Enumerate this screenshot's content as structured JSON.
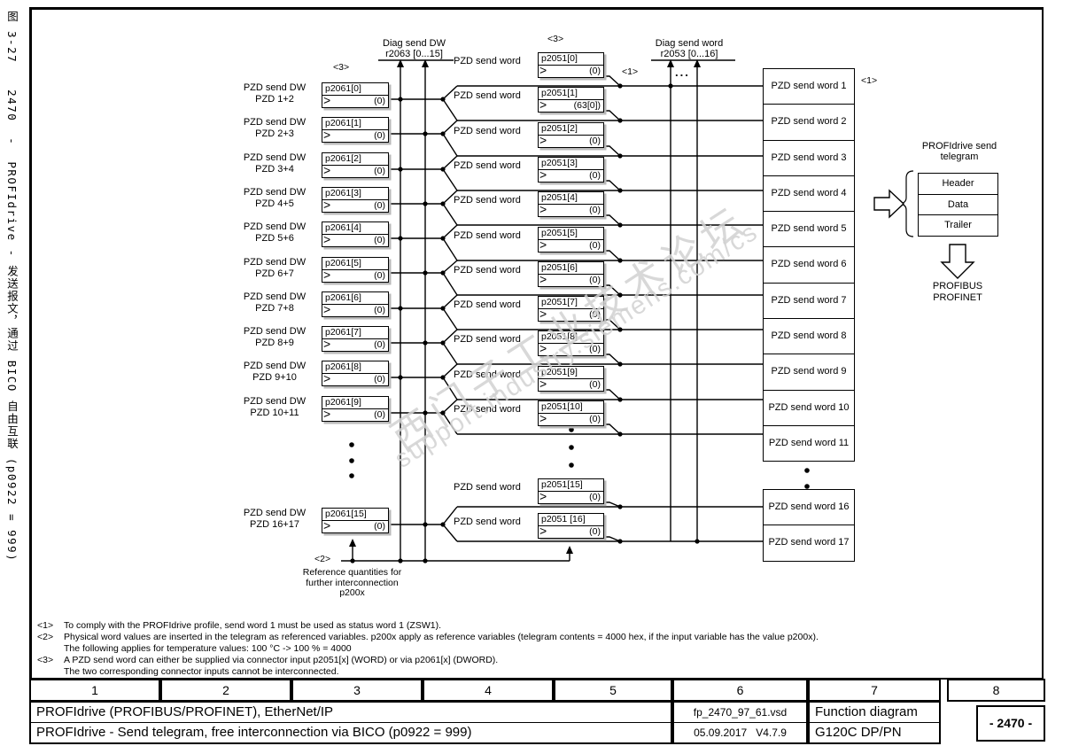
{
  "sidebar": {
    "figure": "图 3-27",
    "caption": "2470  -  PROFIdrive - 发送报文，通过 BICO 自由互联 (p0922 = 999)"
  },
  "watermark": {
    "line1": "西门子工业技术论坛",
    "line2": "support.industry.siemens.com/cs"
  },
  "diag_dw": {
    "line1": "Diag send DW",
    "line2": "r2063 [0...15]"
  },
  "diag_word": {
    "line1": "Diag send word",
    "line2": "r2053 [0...16]",
    "ellipsis": "..."
  },
  "markers": {
    "m3_left": "<3>",
    "m3_mid": "<3>",
    "m1_mid": "<1>",
    "m1_right": "<1>",
    "m2": "<2>"
  },
  "left_rows": [
    {
      "group": "PZD send DW",
      "pzd": "PZD 1+2",
      "param": "p2061[0]",
      "value": "(0)"
    },
    {
      "group": "PZD send DW",
      "pzd": "PZD 2+3",
      "param": "p2061[1]",
      "value": "(0)"
    },
    {
      "group": "PZD send DW",
      "pzd": "PZD 3+4",
      "param": "p2061[2]",
      "value": "(0)"
    },
    {
      "group": "PZD send DW",
      "pzd": "PZD 4+5",
      "param": "p2061[3]",
      "value": "(0)"
    },
    {
      "group": "PZD send DW",
      "pzd": "PZD 5+6",
      "param": "p2061[4]",
      "value": "(0)"
    },
    {
      "group": "PZD send DW",
      "pzd": "PZD 6+7",
      "param": "p2061[5]",
      "value": "(0)"
    },
    {
      "group": "PZD send DW",
      "pzd": "PZD 7+8",
      "param": "p2061[6]",
      "value": "(0)"
    },
    {
      "group": "PZD send DW",
      "pzd": "PZD 8+9",
      "param": "p2061[7]",
      "value": "(0)"
    },
    {
      "group": "PZD send DW",
      "pzd": "PZD 9+10",
      "param": "p2061[8]",
      "value": "(0)"
    },
    {
      "group": "PZD send DW",
      "pzd": "PZD 10+11",
      "param": "p2061[9]",
      "value": "(0)"
    },
    {
      "group": "PZD send DW",
      "pzd": "PZD 16+17",
      "param": "p2061[15]",
      "value": "(0)"
    }
  ],
  "mid_rows": [
    {
      "label": "PZD send word",
      "param": "p2051[0]",
      "value": "(0)"
    },
    {
      "label": "PZD send word",
      "param": "p2051[1]",
      "value": "(63[0])"
    },
    {
      "label": "PZD send word",
      "param": "p2051[2]",
      "value": "(0)"
    },
    {
      "label": "PZD send word",
      "param": "p2051[3]",
      "value": "(0)"
    },
    {
      "label": "PZD send word",
      "param": "p2051[4]",
      "value": "(0)"
    },
    {
      "label": "PZD send word",
      "param": "p2051[5]",
      "value": "(0)"
    },
    {
      "label": "PZD send word",
      "param": "p2051[6]",
      "value": "(0)"
    },
    {
      "label": "PZD send word",
      "param": "p2051[7]",
      "value": "(0)"
    },
    {
      "label": "PZD send word",
      "param": "p2051[8]",
      "value": "(0)"
    },
    {
      "label": "PZD send word",
      "param": "p2051[9]",
      "value": "(0)"
    },
    {
      "label": "PZD send word",
      "param": "p2051[10]",
      "value": "(0)"
    },
    {
      "label": "PZD send word",
      "param": "p2051[15]",
      "value": "(0)"
    },
    {
      "label": "PZD send word",
      "param": "p2051 [16]",
      "value": "(0)"
    }
  ],
  "right_rows": [
    "PZD send word 1",
    "PZD send word 2",
    "PZD send word 3",
    "PZD send word 4",
    "PZD send word 5",
    "PZD send word 6",
    "PZD send word 7",
    "PZD send word 8",
    "PZD send word 9",
    "PZD send word 10",
    "PZD send word 11",
    "PZD send word 16",
    "PZD send word 17"
  ],
  "reference_note": {
    "line1": "Reference quantities for",
    "line2": "further interconnection",
    "line3": "p200x"
  },
  "telegram": {
    "title1": "PROFIdrive send",
    "title2": "telegram",
    "boxes": [
      "Header",
      "Data",
      "Trailer"
    ],
    "bus1": "PROFIBUS",
    "bus2": "PROFINET"
  },
  "footnotes": {
    "fn1": {
      "marker": "<1>",
      "text": "To comply with the PROFIdrive profile, send word 1 must be used as status word 1 (ZSW1)."
    },
    "fn2": {
      "marker": "<2>",
      "line1": "Physical word values are inserted in the telegram as referenced variables. p200x apply as reference variables (telegram contents = 4000 hex, if the input variable has the value p200x).",
      "line2": "The following applies for temperature values: 100 °C -> 100 % = 4000"
    },
    "fn3": {
      "marker": "<3>",
      "line1": "A PZD send word can either be supplied via connector input p2051[x] (WORD) or via p2061[x] (DWORD).",
      "line2": "The two corresponding connector inputs cannot be interconnected."
    }
  },
  "footer": {
    "columns": [
      "1",
      "2",
      "3",
      "4",
      "5",
      "6",
      "7",
      "8"
    ],
    "title_row1": "PROFIdrive (PROFIBUS/PROFINET), EtherNet/IP",
    "title_row2": "PROFIdrive - Send telegram, free interconnection via BICO (p0922 = 999)",
    "file": "fp_2470_97_61.vsd",
    "date": "05.09.2017",
    "version": "V4.7.9",
    "doc_type": "Function diagram",
    "product": "G120C DP/PN",
    "page": "- 2470 -"
  }
}
